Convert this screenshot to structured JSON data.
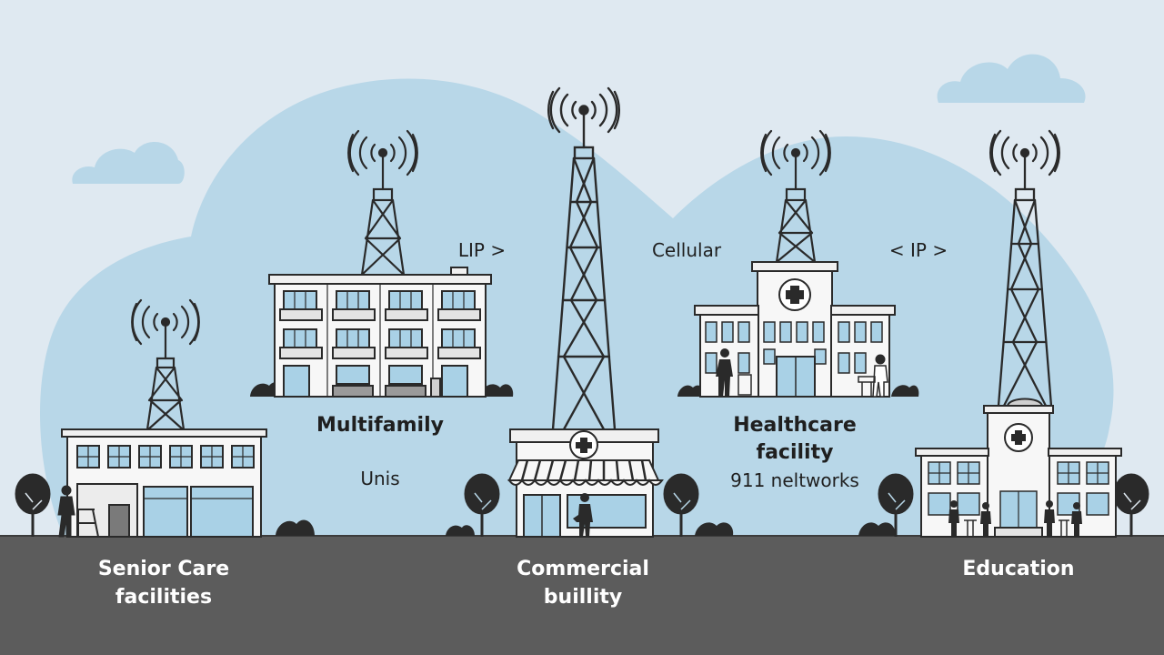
{
  "labels": {
    "multifamily": "Multifamily",
    "units": "Unis",
    "healthcare_line1": "Healthcare",
    "healthcare_line2": "facility",
    "networks": "911 neltworks",
    "lip": "LIP >",
    "cellular": "Cellular",
    "ip": "< IP >",
    "senior_line1": "Senior Care",
    "senior_line2": "facilities",
    "commercial_line1": "Commercial",
    "commercial_line2": "buillity",
    "education": "Education"
  },
  "colors": {
    "sky": "#dfe9f1",
    "blob": "#b8d7e8",
    "ground": "#5c5c5c",
    "line": "#2a2a2a",
    "window": "#a9d1e6",
    "wall": "#f7f7f7"
  }
}
